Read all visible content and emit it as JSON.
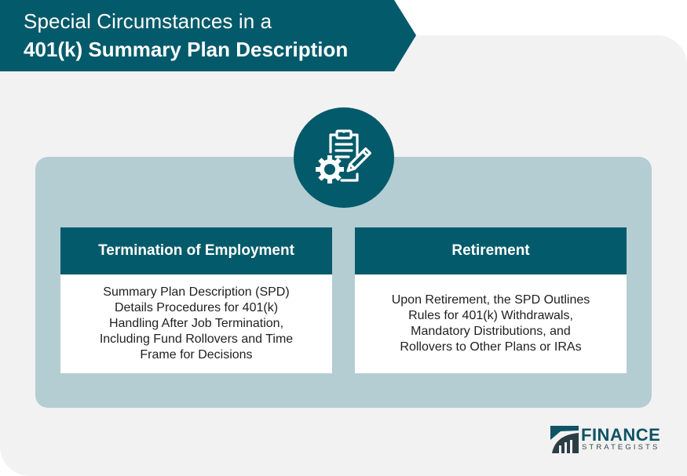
{
  "header": {
    "title_line1": "Special Circumstances in a",
    "title_line2": "401(k) Summary Plan Description"
  },
  "central_icon": "clipboard-gear-pencil-icon",
  "cards": [
    {
      "title": "Termination of Employment",
      "body_lines": [
        "Summary Plan Description (SPD)",
        "Details Procedures for 401(k)",
        "Handling After Job Termination,",
        "Including Fund Rollovers and Time",
        "Frame for Decisions"
      ]
    },
    {
      "title": "Retirement",
      "body_lines": [
        "Upon Retirement, the SPD Outlines",
        "Rules for 401(k) Withdrawals,",
        "Mandatory Distributions, and",
        "Rollovers to Other Plans or IRAs"
      ]
    }
  ],
  "logo": {
    "line1": "FINANCE",
    "line2": "STRATEGISTS"
  },
  "colors": {
    "primary_teal": "#035a6a",
    "panel_teal_light": "#b3cdd3",
    "background_gray": "#f2f2f2",
    "card_white": "#ffffff",
    "body_text": "#1f1f1f"
  }
}
